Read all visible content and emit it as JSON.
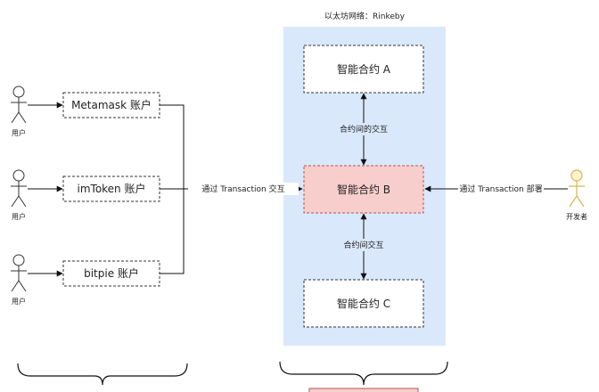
{
  "network": {
    "title": "以太坊网络：Rinkeby",
    "fill": "#dae8fc"
  },
  "users": [
    {
      "label": "用户",
      "account": "Metamask 账户"
    },
    {
      "label": "用户",
      "account": "imToken 账户"
    },
    {
      "label": "用户",
      "account": "bitpie 账户"
    }
  ],
  "contracts": {
    "a": "智能合约 A",
    "b": "智能合约 B",
    "c": "智能合约 C"
  },
  "edges": {
    "users_to_b": "通过 Transaction 交互",
    "a_b": "合约间的交互",
    "b_c": "合约间交互",
    "dev_to_b": "通过 Transaction 部署"
  },
  "developer": {
    "label": "开发者",
    "color": "#d6b656"
  },
  "colors": {
    "highlight_fill": "#f8cecc",
    "highlight_stroke": "#b85450"
  }
}
